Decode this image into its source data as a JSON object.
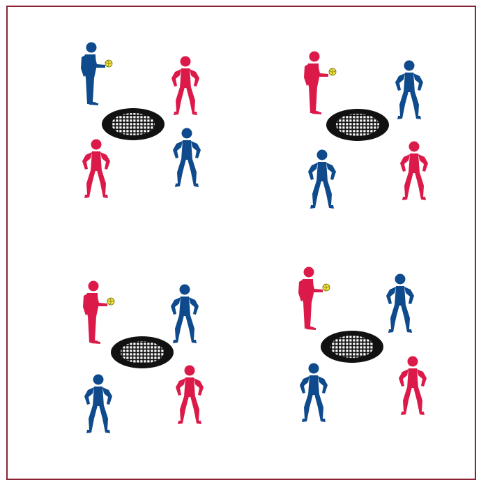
{
  "colors": {
    "border": "#8a2434",
    "team_blue": "#0e4a8c",
    "team_red": "#dc1a4a",
    "net_rim": "#111111",
    "net_mesh": "#ffffff",
    "ball": "#f2e23a"
  },
  "groups": [
    {
      "id": "top-left",
      "players": [
        {
          "team": "blue",
          "pose": "holding-ball"
        },
        {
          "team": "red",
          "pose": "ready"
        },
        {
          "team": "red",
          "pose": "ready"
        },
        {
          "team": "blue",
          "pose": "ready"
        }
      ]
    },
    {
      "id": "top-right",
      "players": [
        {
          "team": "red",
          "pose": "holding-ball"
        },
        {
          "team": "blue",
          "pose": "ready"
        },
        {
          "team": "blue",
          "pose": "ready"
        },
        {
          "team": "red",
          "pose": "ready"
        }
      ]
    },
    {
      "id": "bottom-left",
      "players": [
        {
          "team": "red",
          "pose": "holding-ball"
        },
        {
          "team": "blue",
          "pose": "ready"
        },
        {
          "team": "blue",
          "pose": "ready"
        },
        {
          "team": "red",
          "pose": "ready"
        }
      ]
    },
    {
      "id": "bottom-right",
      "players": [
        {
          "team": "red",
          "pose": "holding-ball"
        },
        {
          "team": "blue",
          "pose": "ready"
        },
        {
          "team": "blue",
          "pose": "ready"
        },
        {
          "team": "red",
          "pose": "ready"
        }
      ]
    }
  ]
}
